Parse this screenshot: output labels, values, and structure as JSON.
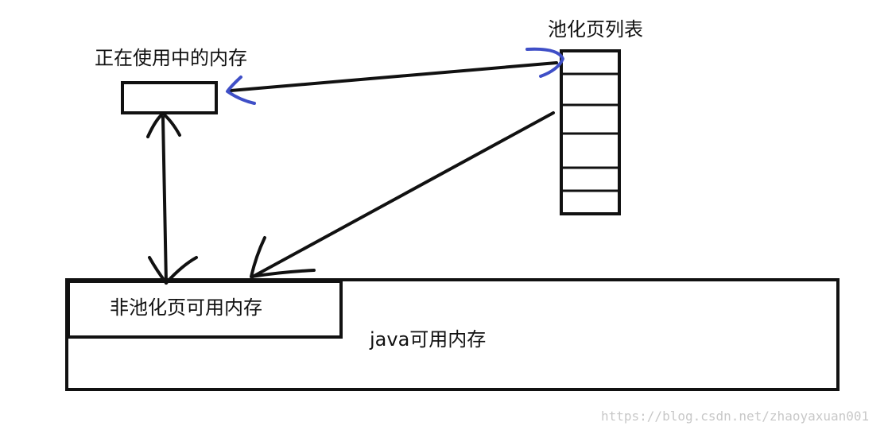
{
  "labels": {
    "in_use_memory": "正在使用中的内存",
    "pool_page_list": "池化页列表",
    "non_pooled_available": "非池化页可用内存",
    "java_available": "java可用内存"
  },
  "watermark": "https://blog.csdn.net/zhaoyaxuan001",
  "colors": {
    "ink": "#111111",
    "highlight_arrow": "#3f4fc7",
    "watermark": "#c8c8c8",
    "background": "#ffffff"
  }
}
